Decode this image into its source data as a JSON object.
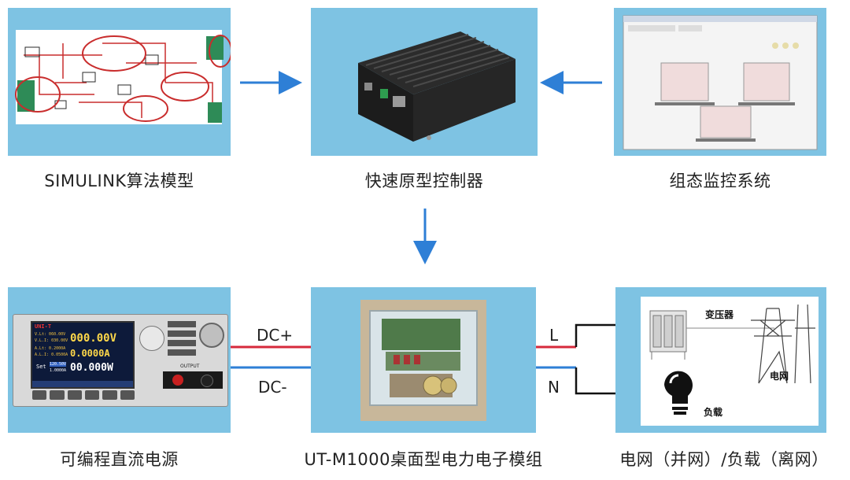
{
  "captions": {
    "simulink": "SIMULINK算法模型",
    "controller": "快速原型控制器",
    "monitor": "组态监控系统",
    "power_supply": "可编程直流电源",
    "module": "UT-M1000桌面型电力电子模组",
    "grid": "电网（并网）/负载（离网）"
  },
  "wires": {
    "dc_plus": "DC+",
    "dc_minus": "DC-",
    "line": "L",
    "neutral": "N"
  },
  "grid_panel": {
    "transformer": "变压器",
    "grid": "电网",
    "load": "负载"
  },
  "power_supply_screen": {
    "brand": "UNI-T",
    "v_set": "V.Lt: 060.00V",
    "v_limit": "V.L.I: 030.00V",
    "a_set": "A.Lt: 0.2000A",
    "a_limit": "A.L.I: 0.0500A",
    "voltage": "000.00V",
    "current": "0.0000A",
    "power": "00.000W",
    "set_label": "Set",
    "set_v": "120.50V",
    "set_a": "1.0000A",
    "output_label": "OUTPUT"
  },
  "colors": {
    "panel": "#7ec3e3",
    "arrow": "#2e7fd6",
    "dc_plus_wire": "#d6293b",
    "dc_minus_wire": "#2e7fd6"
  }
}
